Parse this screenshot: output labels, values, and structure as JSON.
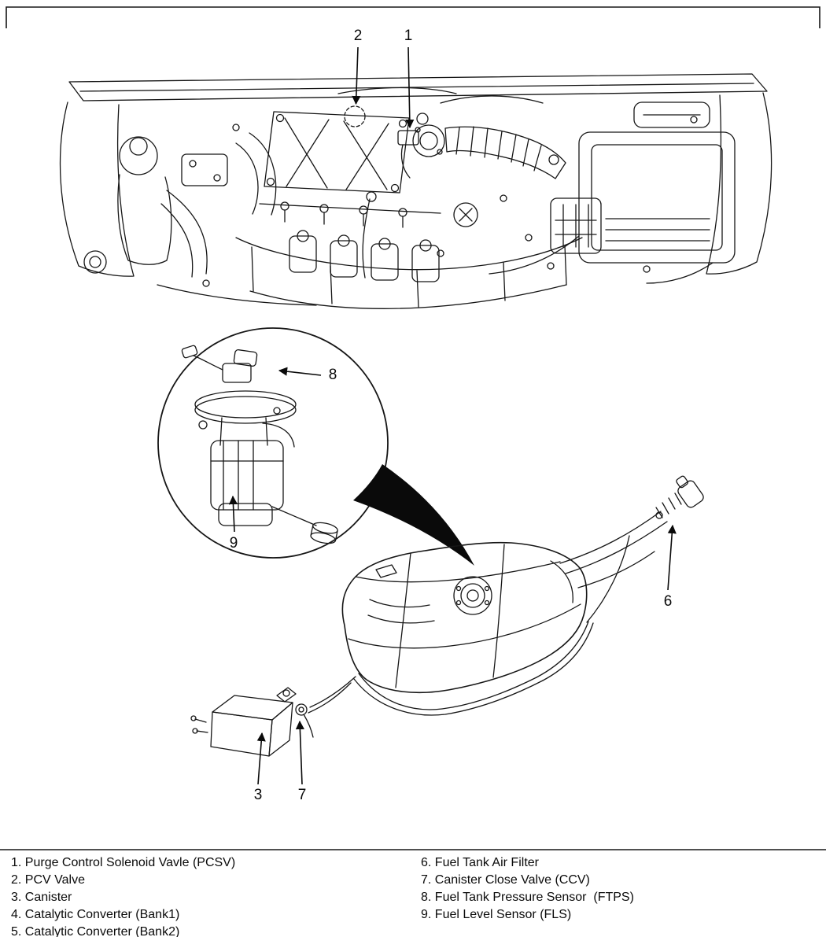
{
  "page": {
    "background_color": "#ffffff",
    "line_color": "#161616"
  },
  "diagram": {
    "callouts": {
      "pcsv": {
        "label": "1"
      },
      "pcv_valve": {
        "label": "2"
      },
      "canister": {
        "label": "3"
      },
      "fuel_tank_air_filter": {
        "label": "6"
      },
      "canister_close_valve": {
        "label": "7"
      },
      "fuel_tank_pressure_sensor": {
        "label": "8"
      },
      "fuel_level_sensor": {
        "label": "9"
      }
    }
  },
  "legend": {
    "left_column": [
      "1. Purge Control Solenoid Vavle (PCSV)",
      "2. PCV Valve",
      "3. Canister",
      "4. Catalytic Converter (Bank1)",
      "5. Catalytic Converter (Bank2)"
    ],
    "right_column": [
      "6. Fuel Tank Air Filter",
      "7. Canister Close Valve (CCV)",
      "8. Fuel Tank Pressure Sensor  (FTPS)",
      "9. Fuel Level Sensor (FLS)"
    ]
  }
}
